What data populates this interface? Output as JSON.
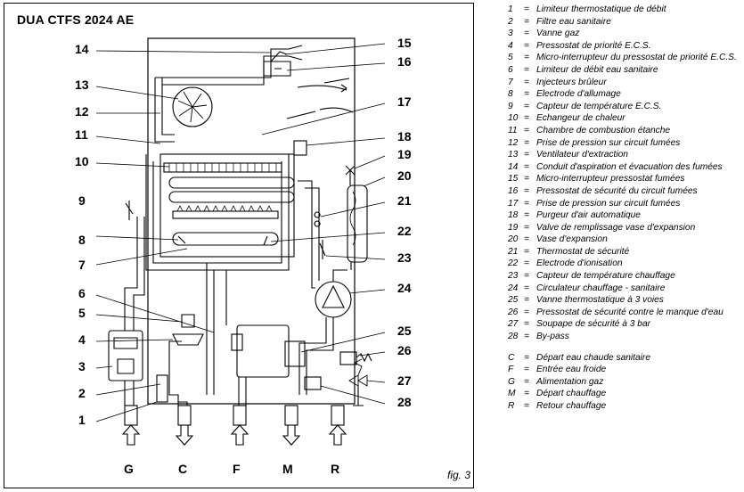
{
  "diagram": {
    "title": "DUA CTFS 2024 AE",
    "fig_label": "fig. 3",
    "left_numbers": [
      "14",
      "13",
      "12",
      "11",
      "10",
      "9",
      "8",
      "7",
      "6",
      "5",
      "4",
      "3",
      "2",
      "1"
    ],
    "right_numbers": [
      "15",
      "16",
      "17",
      "18",
      "19",
      "20",
      "21",
      "22",
      "23",
      "24",
      "25",
      "26",
      "27",
      "28"
    ],
    "connections": [
      "G",
      "C",
      "F",
      "M",
      "R"
    ]
  },
  "legend": {
    "items": [
      {
        "key": "1",
        "text": "Limiteur thermostatique de débit"
      },
      {
        "key": "2",
        "text": "Filtre eau sanitaire"
      },
      {
        "key": "3",
        "text": "Vanne gaz"
      },
      {
        "key": "4",
        "text": "Pressostat de priorité E.C.S."
      },
      {
        "key": "5",
        "text": "Micro-interrupteur du pressostat de priorité E.C.S."
      },
      {
        "key": "6",
        "text": "Limiteur de débit eau sanitaire"
      },
      {
        "key": "7",
        "text": "Injecteurs brûleur"
      },
      {
        "key": "8",
        "text": "Electrode d'allumage"
      },
      {
        "key": "9",
        "text": "Capteur de température E.C.S."
      },
      {
        "key": "10",
        "text": "Echangeur de chaleur"
      },
      {
        "key": "11",
        "text": "Chambre de combustion étanche"
      },
      {
        "key": "12",
        "text": "Prise de pression sur circuit fumées"
      },
      {
        "key": "13",
        "text": "Ventilateur d'extraction"
      },
      {
        "key": "14",
        "text": "Conduit d'aspiration et évacuation des fumées"
      },
      {
        "key": "15",
        "text": "Micro-interrupteur pressostat fumées"
      },
      {
        "key": "16",
        "text": "Pressostat de sécurité du circuit fumées"
      },
      {
        "key": "17",
        "text": "Prise de pression sur circuit fumées"
      },
      {
        "key": "18",
        "text": "Purgeur d'air automatique"
      },
      {
        "key": "19",
        "text": "Valve de remplissage vase d'expansion"
      },
      {
        "key": "20",
        "text": "Vase d'expansion"
      },
      {
        "key": "21",
        "text": "Thermostat de sécurité"
      },
      {
        "key": "22",
        "text": "Electrode d'ionisation"
      },
      {
        "key": "23",
        "text": "Capteur de température chauffage"
      },
      {
        "key": "24",
        "text": "Circulateur chauffage - sanitaire"
      },
      {
        "key": "25",
        "text": "Vanne thermostatique à 3 voies"
      },
      {
        "key": "26",
        "text": "Pressostat de sécurité contre le manque d'eau"
      },
      {
        "key": "27",
        "text": "Soupape de sécurité à 3 bar"
      },
      {
        "key": "28",
        "text": "By-pass"
      }
    ],
    "connections": [
      {
        "key": "C",
        "text": "Départ eau chaude sanitaire"
      },
      {
        "key": "F",
        "text": "Entrée eau froide"
      },
      {
        "key": "G",
        "text": "Alimentation gaz"
      },
      {
        "key": "M",
        "text": "Départ chauffage"
      },
      {
        "key": "R",
        "text": "Retour chauffage"
      }
    ],
    "equals": "="
  }
}
